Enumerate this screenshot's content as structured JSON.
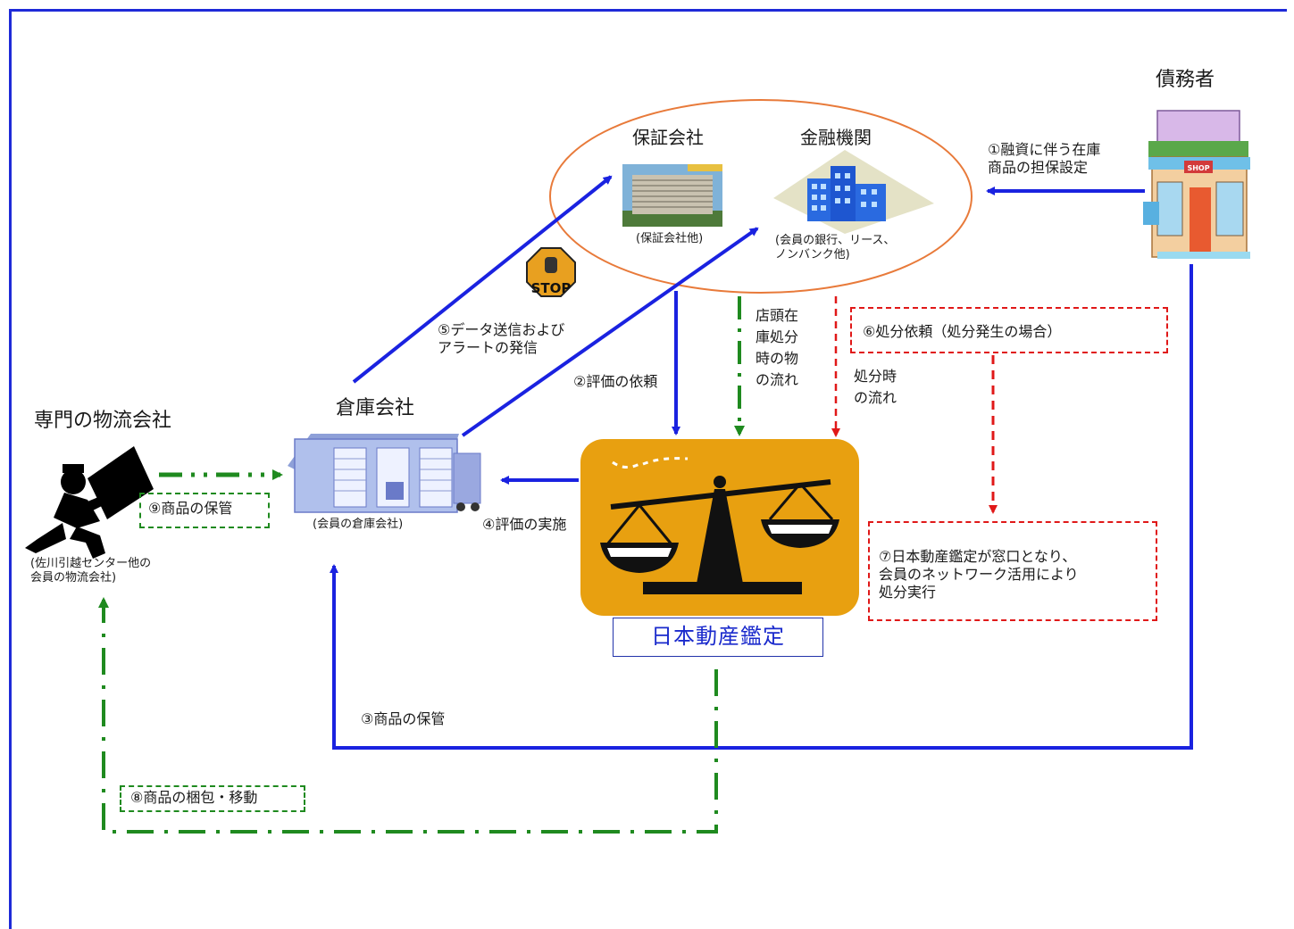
{
  "labels": {
    "guarantor": "保証会社",
    "guarantor_sub": "(保証会社他)",
    "finance": "金融機関",
    "finance_sub": "(会員の銀行、リース、\nノンバンク他)",
    "debtor": "債務者",
    "logistics": "専門の物流会社",
    "logistics_sub": "(佐川引越センター他の\n会員の物流会社)",
    "warehouse": "倉庫会社",
    "warehouse_sub": "(会員の倉庫会社)",
    "appraiser": "日本動産鑑定",
    "stop_sign": "STOP",
    "shop_sign": "SHOP"
  },
  "steps": {
    "s1": "①融資に伴う在庫\n商品の担保設定",
    "s2": "②評価の依頼",
    "s3": "③商品の保管",
    "s4": "④評価の実施",
    "s5": "⑤データ送信および\nアラートの発信",
    "s6": "⑥処分依頼（処分発生の場合）",
    "s7": "⑦日本動産鑑定が窓口となり、\n会員のネットワーク活用により\n処分実行",
    "s8": "⑧商品の梱包・移動",
    "s9": "⑨商品の保管"
  },
  "flows": {
    "store_flow": "店頭在\n庫処分\n時の物\nの流れ",
    "disposal_flow": "処分時\nの流れ"
  },
  "colors": {
    "frame": "#1e2ad8",
    "blue_arrow": "#1a22e0",
    "green_arrow": "#1f8a1f",
    "red_arrow": "#e01818",
    "ellipse": "#e87a3a",
    "appraiser_bg": "#e8a010"
  }
}
